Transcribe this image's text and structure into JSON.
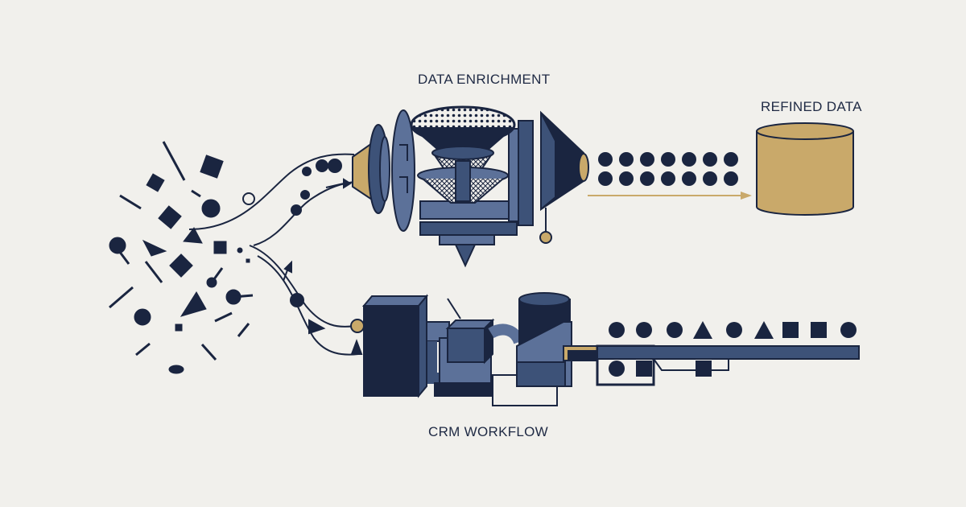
{
  "labels": {
    "data_enrichment": "DATA ENRICHMENT",
    "refined_data": "REFINED DATA",
    "crm_workflow": "CRM WORKFLOW"
  },
  "colors": {
    "background": "#f1f0ec",
    "navy": "#1a2540",
    "slate_blue": "#3d5278",
    "steel_blue": "#5c7199",
    "gold": "#c9a96a"
  }
}
